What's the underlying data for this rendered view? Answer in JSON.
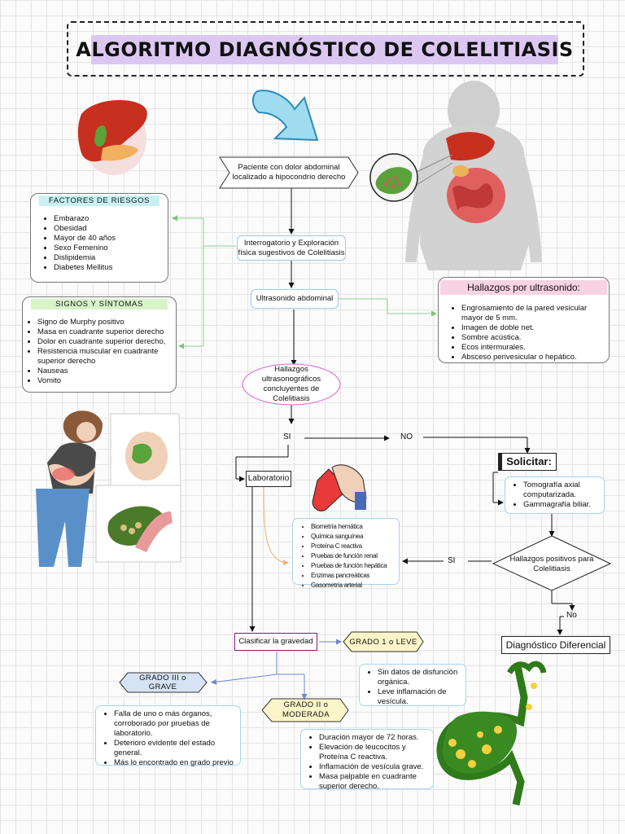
{
  "title": "ALGORITMO DIAGNÓSTICO DE COLELITIASIS",
  "flow": {
    "start": "Paciente con dolor abdominal localizado a hipocondrio derecho",
    "interrogatorio": "Interrogatorio y  Exploración física sugestivos de Colelitiasis",
    "ultrasonido": "Ultrasonido abdominal",
    "hallazgos": "Hallazgos ultrasonográficos concluyentes de Colelitiasis",
    "si": "SI",
    "no": "NO",
    "laboratorio": "Laboratorio",
    "solicitar": "Solicitar:",
    "positivos": "Hallazgos positivos para Colelitiasis",
    "si2": "SI",
    "no2": "No",
    "diagnostico": "Diagnóstico Diferencial",
    "clasificar": "Clasificar la gravedad",
    "grado1": "GRADO 1 o LEVE",
    "grado2": "GRADO II o MODERADA",
    "grado3": "GRADO III o GRAVE"
  },
  "factores": {
    "title": "FACTORES DE RIESGOS",
    "items": [
      "Embarazo",
      "Obesidad",
      "Mayor de 40 años",
      "Sexo Femenino",
      "Dislipidemia",
      "Diabetes Mellitus"
    ]
  },
  "signos": {
    "title": "SIGNOS Y SÍNTOMAS",
    "items": [
      "Signo de Murphy positivo",
      "Masa en cuadrante superior derecho",
      "Dolor en cuadrante superior derecho,",
      "Resistencia muscular en cuadrante superior derecho",
      "Nauseas",
      "Vomito"
    ]
  },
  "ultrasonido_panel": {
    "title": "Hallazgos por ultrasonido:",
    "items": [
      "Engrosamiento de la pared vesicular mayor de 5 mm.",
      "Imagen   de doble net.",
      "Sombre acústica.",
      "Ecos intermurales.",
      "Absceso perivesicular o hepático."
    ]
  },
  "solicitar_items": [
    "Tomografía axial computarizada.",
    "Gammagrafía biliar."
  ],
  "lab_items": [
    "Biometría hemática",
    "Química sanguínea",
    "Proteína C reactiva",
    "Pruebas de función renal",
    "Pruebas de función hepática",
    "Enzimas pancreáticas",
    "Gasometría arterial"
  ],
  "leve_items": [
    "Sin datos de disfunción orgánica.",
    "Leve inflamación de vesícula."
  ],
  "moderada_items": [
    "Duración mayor de 72 horas.",
    "Elevación de leucocitos y Proteína C reactiva.",
    " Inflamación de vesícula grave.",
    "Masa palpable en cuadrante superior derecho."
  ],
  "grave_items": [
    "Falla de uno o más órganos, corroborado por pruebas de laboratorio.",
    "Deterioro evidente del estado general.",
    "Más lo encontrado en grado previo"
  ],
  "icons": [
    "liver-icon",
    "arrow-icon",
    "body-organs-icon",
    "gallbladder-stones-icon",
    "patient-pain-icon",
    "test-tube-icon",
    "gallbladder-icon"
  ],
  "colors": {
    "title_bg": "#dcc7f2",
    "green_connector": "#8fd18f",
    "header_cyan": "#c9f1f4",
    "header_green": "#d7f4c8",
    "header_pink": "#f7d3e3",
    "grade_yellow": "#fbf5c9",
    "grade_blue": "#d5e3f4",
    "pink_oval": "#e67fd6"
  }
}
